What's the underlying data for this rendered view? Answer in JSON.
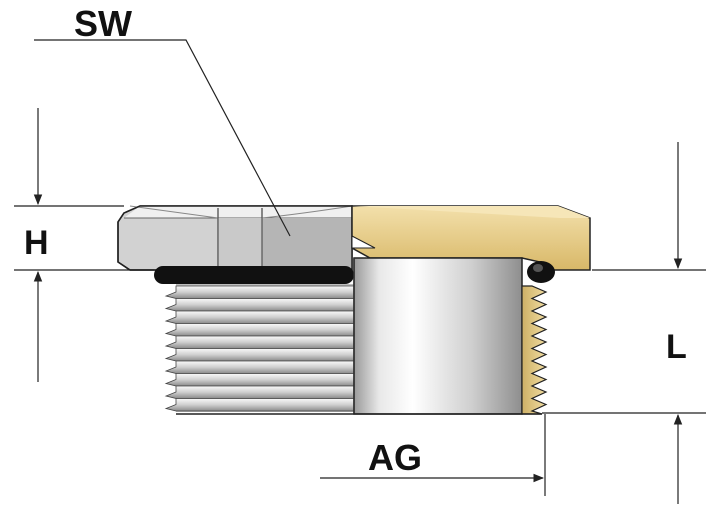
{
  "labels": {
    "sw": "SW",
    "h": "H",
    "l": "L",
    "ag": "AG"
  },
  "colors": {
    "brass": "#e2c77e",
    "brass_light": "#f2dea6",
    "brass_dark": "#b8974c",
    "steel": "#d8d8d8",
    "steel_dark": "#8e8e8e",
    "seal": "#111111",
    "line": "#222222"
  }
}
